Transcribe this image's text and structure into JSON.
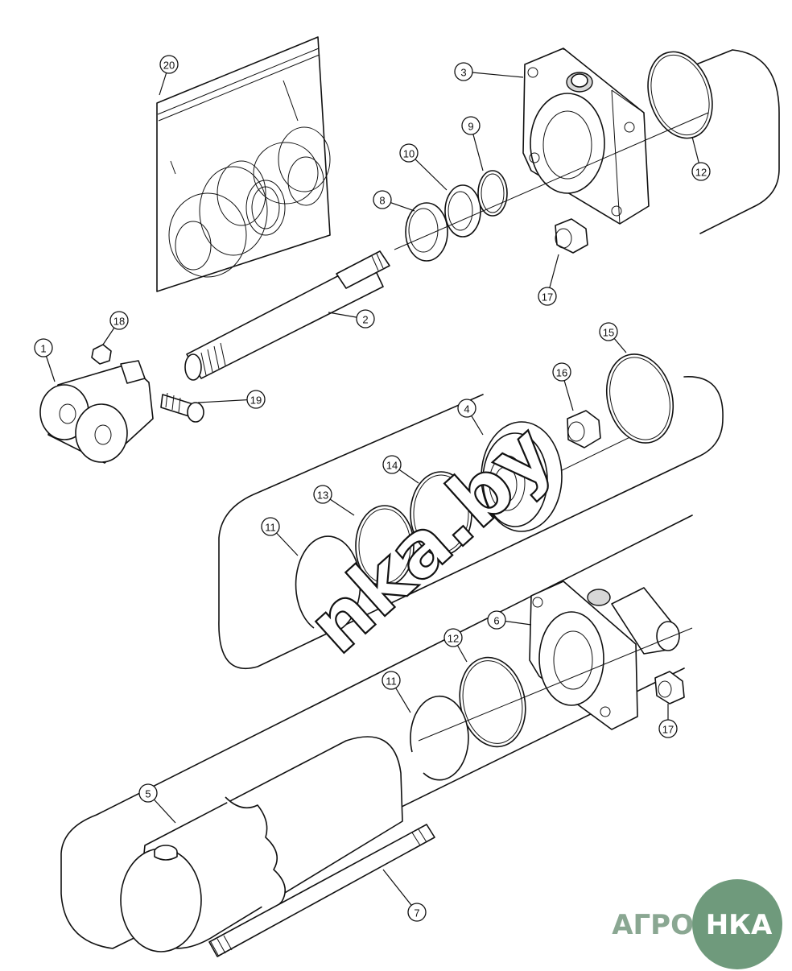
{
  "callouts": [
    {
      "id": "c1",
      "label": "1"
    },
    {
      "id": "c2",
      "label": "2"
    },
    {
      "id": "c3",
      "label": "3"
    },
    {
      "id": "c4",
      "label": "4"
    },
    {
      "id": "c5",
      "label": "5"
    },
    {
      "id": "c6",
      "label": "6"
    },
    {
      "id": "c7",
      "label": "7"
    },
    {
      "id": "c8",
      "label": "8"
    },
    {
      "id": "c9",
      "label": "9"
    },
    {
      "id": "c10",
      "label": "10"
    },
    {
      "id": "c11a",
      "label": "11"
    },
    {
      "id": "c11b",
      "label": "11"
    },
    {
      "id": "c12a",
      "label": "12"
    },
    {
      "id": "c12b",
      "label": "12"
    },
    {
      "id": "c13",
      "label": "13"
    },
    {
      "id": "c14",
      "label": "14"
    },
    {
      "id": "c15",
      "label": "15"
    },
    {
      "id": "c16",
      "label": "16"
    },
    {
      "id": "c17a",
      "label": "17"
    },
    {
      "id": "c17b",
      "label": "17"
    },
    {
      "id": "c18",
      "label": "18"
    },
    {
      "id": "c19",
      "label": "19"
    },
    {
      "id": "c20",
      "label": "20"
    }
  ],
  "watermark": "nka.by",
  "logo": {
    "left_text": "АГРО",
    "right_text": "НКА",
    "accent": "#6f9a7c"
  },
  "colors": {
    "line": "#111111",
    "background": "#ffffff",
    "logo_text": "#8aa792"
  }
}
